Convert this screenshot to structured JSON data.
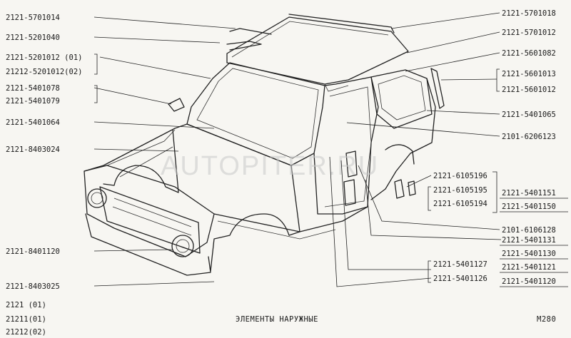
{
  "left_labels": [
    {
      "id": "l1",
      "text": "2121-5701014"
    },
    {
      "id": "l2",
      "text": "2121-5201040"
    },
    {
      "id": "l3",
      "text": "2121-5201012 (01)"
    },
    {
      "id": "l4",
      "text": "21212-5201012(02)"
    },
    {
      "id": "l5",
      "text": "2121-5401078"
    },
    {
      "id": "l6",
      "text": "2121-5401079"
    },
    {
      "id": "l7",
      "text": "2121-5401064"
    },
    {
      "id": "l8",
      "text": "2121-8403024"
    },
    {
      "id": "l9",
      "text": "2121-8401120"
    },
    {
      "id": "l10",
      "text": "2121-8403025"
    }
  ],
  "right_labels": [
    {
      "id": "r1",
      "text": "2121-5701018"
    },
    {
      "id": "r2",
      "text": "2121-5701012"
    },
    {
      "id": "r3",
      "text": "2121-5601082"
    },
    {
      "id": "r4",
      "text": "2121-5601013"
    },
    {
      "id": "r5",
      "text": "2121-5601012"
    },
    {
      "id": "r6",
      "text": "2121-5401065"
    },
    {
      "id": "r7",
      "text": "2101-6206123"
    },
    {
      "id": "r8",
      "text": "2121-6105196"
    },
    {
      "id": "r9",
      "text": "2121-6105195"
    },
    {
      "id": "r10",
      "text": "2121-6105194"
    },
    {
      "id": "r11",
      "text": "2121-5401151"
    },
    {
      "id": "r12",
      "text": "2121-5401150"
    },
    {
      "id": "r13",
      "text": "2101-6106128"
    },
    {
      "id": "r14",
      "text": "2121-5401131"
    },
    {
      "id": "r15",
      "text": "2121-5401130"
    },
    {
      "id": "r16",
      "text": "2121-5401127"
    },
    {
      "id": "r17",
      "text": "2121-5401126"
    },
    {
      "id": "r18",
      "text": "2121-5401121"
    },
    {
      "id": "r19",
      "text": "2121-5401120"
    }
  ],
  "models": [
    "2121 (01)",
    "21211(01)",
    "21212(02)"
  ],
  "caption": "ЭЛЕМЕНТЫ НАРУЖНЫЕ",
  "page_code": "М280",
  "watermark": "AUTOPITER.RU"
}
